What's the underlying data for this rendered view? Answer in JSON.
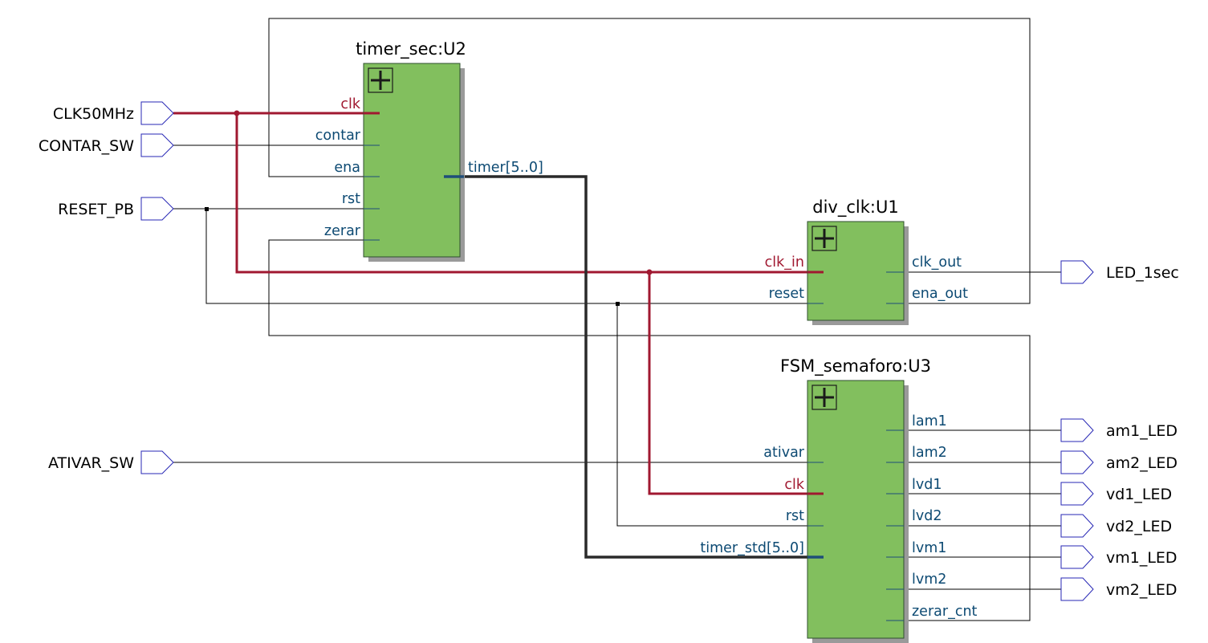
{
  "colors": {
    "clock_net": "#a01830",
    "bus_net": "#2a2a2a",
    "bus_stub": "#1f4e79",
    "signal": "#000000",
    "pin_text": "#0d4a73",
    "clock_pin_text": "#a01830",
    "block_fill": "#82bf5e",
    "block_shadow": "#9a9a9a",
    "port_outline": "#2727b5"
  },
  "inputs": {
    "clk": "CLK50MHz",
    "contar": "CONTAR_SW",
    "reset": "RESET_PB",
    "ativar": "ATIVAR_SW"
  },
  "outputs": {
    "led_1sec": "LED_1sec",
    "am1": "am1_LED",
    "am2": "am2_LED",
    "vd1": "vd1_LED",
    "vd2": "vd2_LED",
    "vm1": "vm1_LED",
    "vm2": "vm2_LED"
  },
  "u2": {
    "name": "timer_sec:U2",
    "icon": "expand-plus-icon",
    "pins": {
      "clk": "clk",
      "contar": "contar",
      "ena": "ena",
      "rst": "rst",
      "zerar": "zerar",
      "timer": "timer[5..0]"
    }
  },
  "u1": {
    "name": "div_clk:U1",
    "icon": "expand-plus-icon",
    "pins": {
      "clk_in": "clk_in",
      "reset": "reset",
      "clk_out": "clk_out",
      "ena_out": "ena_out"
    }
  },
  "u3": {
    "name": "FSM_semaforo:U3",
    "icon": "expand-plus-icon",
    "pins": {
      "ativar": "ativar",
      "clk": "clk",
      "rst": "rst",
      "timer_std": "timer_std[5..0]",
      "lam1": "lam1",
      "lam2": "lam2",
      "lvd1": "lvd1",
      "lvd2": "lvd2",
      "lvm1": "lvm1",
      "lvm2": "lvm2",
      "zerar_cnt": "zerar_cnt"
    }
  }
}
